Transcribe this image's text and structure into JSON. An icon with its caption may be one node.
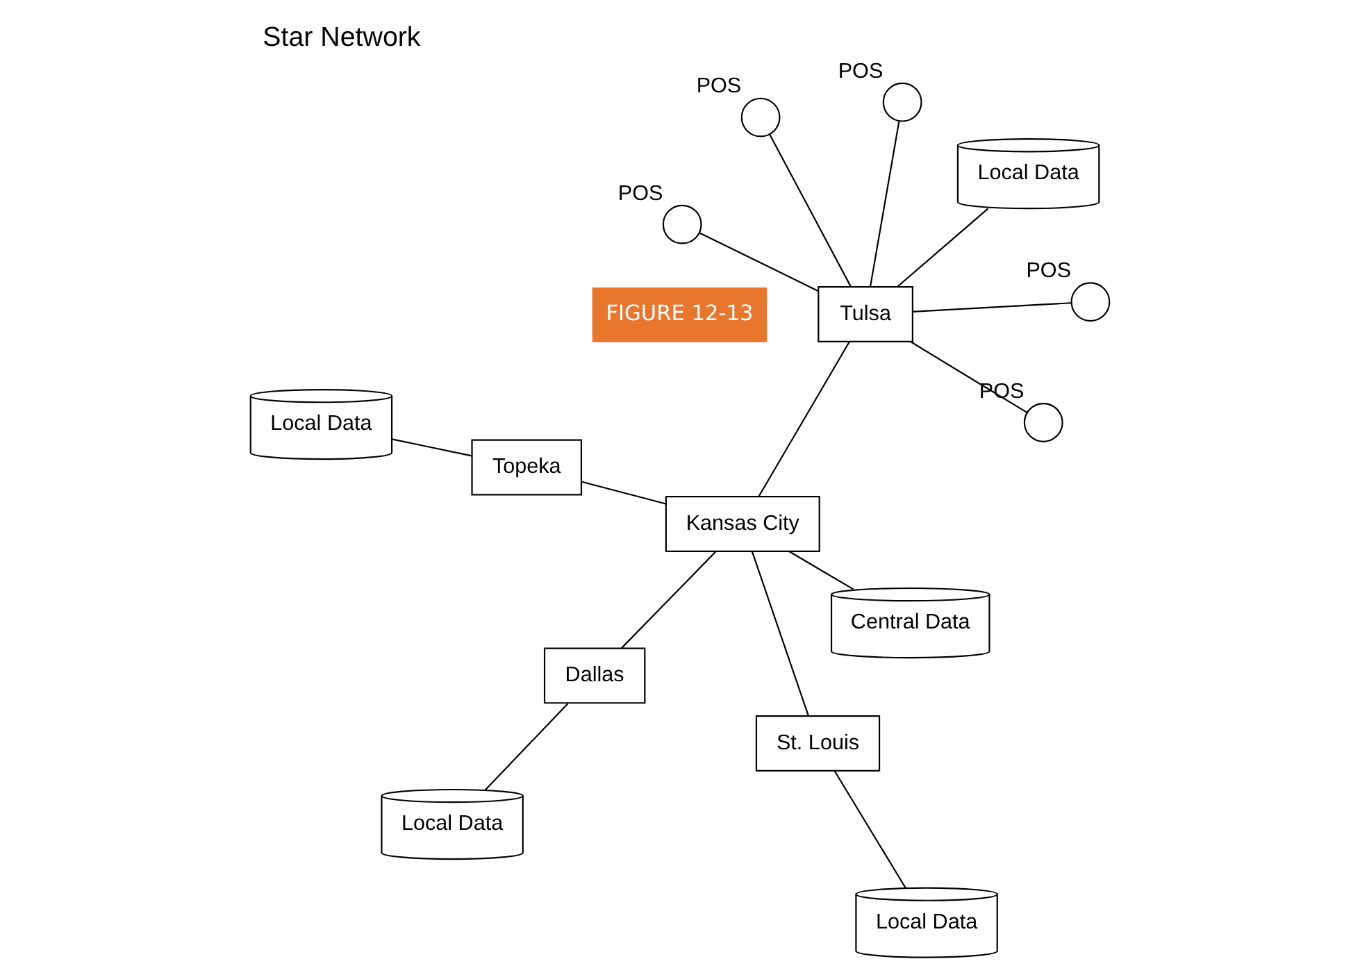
{
  "diagram": {
    "title": "Star Network",
    "nodes": [
      {
        "text": [
          "Topeka"
        ]
      },
      {
        "text": [
          "St. Louis"
        ]
      },
      {
        "text": [
          "Local Data"
        ]
      },
      {
        "text": [
          "Local Data"
        ]
      },
      {
        "text": [
          "Kansas City"
        ]
      },
      {
        "text": [
          "Central Data"
        ]
      },
      {
        "text": [],
        "shape": "circle",
        "beside": [
          "POS"
        ]
      },
      {
        "text": [],
        "shape": "circle",
        "beside": [
          "POS"
        ]
      },
      {
        "text": [
          "Dallas"
        ]
      },
      {
        "text": [
          "Tulsa"
        ]
      },
      {
        "text": [
          "Local Data"
        ]
      },
      {
        "text": [],
        "shape": "circle",
        "beside": [
          "POS"
        ]
      },
      {
        "text": [],
        "shape": "circle",
        "beside": [
          "POS"
        ]
      },
      {
        "text": [
          "Local Data"
        ]
      },
      {
        "text": [],
        "shape": "circle",
        "beside": [
          "POS"
        ]
      }
    ],
    "edges": [
      {
        "from": 0,
        "to": 3,
        "arrow": "none"
      },
      {
        "from": 0,
        "to": 4,
        "arrow": "none"
      },
      {
        "from": 1,
        "to": 2,
        "arrow": "none"
      },
      {
        "from": 1,
        "to": 4,
        "arrow": "none"
      },
      {
        "from": 4,
        "to": 5,
        "arrow": "none"
      },
      {
        "from": 4,
        "to": 8,
        "arrow": "none"
      },
      {
        "from": 4,
        "to": 9,
        "arrow": "none"
      },
      {
        "from": 8,
        "to": 13,
        "arrow": "none"
      },
      {
        "from": 9,
        "to": 10,
        "arrow": "none"
      },
      {
        "from": 9,
        "to": 6,
        "arrow": "none"
      },
      {
        "from": 9,
        "to": 7,
        "arrow": "none"
      },
      {
        "from": 9,
        "to": 11,
        "arrow": "none"
      },
      {
        "from": 9,
        "to": 12,
        "arrow": "none"
      },
      {
        "from": 9,
        "to": 14,
        "arrow": "none"
      }
    ],
    "labels": [
      "FIGURE 12-13"
    ]
  }
}
